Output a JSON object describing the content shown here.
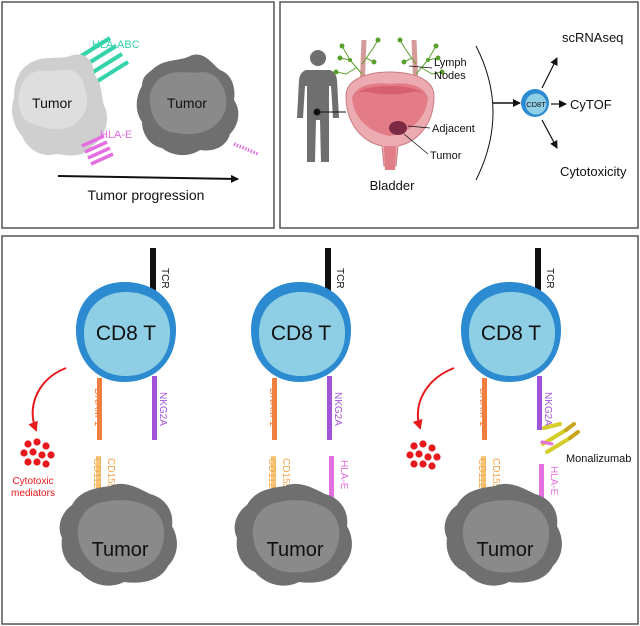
{
  "panel_a": {
    "tumor_label_1": "Tumor",
    "tumor_label_2": "Tumor",
    "hla_abc": "HLA-ABC",
    "hla_e": "HLA-E",
    "progression": "Tumor progression"
  },
  "panel_b": {
    "lymph_nodes_line1": "Lymph",
    "lymph_nodes_line2": "Nodes",
    "adjacent": "Adjacent",
    "tumor": "Tumor",
    "bladder": "Bladder",
    "cd8t_small": "CD8T",
    "outputs": [
      "scRNAseq",
      "CyTOF",
      "Cytotoxicity"
    ]
  },
  "panel_c": {
    "cell_label": "CD8 T",
    "tumor_label": "Tumor",
    "tcr": "TCR",
    "dnam1": "DNAM-1",
    "nkg2a": "NKG2A",
    "cd112": "CD112",
    "cd155": "CD155",
    "hla_e": "HLA-E",
    "monalizumab": "Monalizumab",
    "cytotoxic_line1": "Cytotoxic",
    "cytotoxic_line2": "mediators"
  },
  "colors": {
    "hla_abc": "#35d3a9",
    "hla_e": "#e46fe0",
    "cd8_fill": "#8fcfe5",
    "cd8_edge": "#2b8ad0",
    "tumor_gray": "#7c7c7c",
    "dnam1": "#f07f3f",
    "nkg2a": "#a154d8",
    "cd112": "#f6c77a",
    "monalizumab": "#d6cd2b",
    "cytotoxic": "#e8191d"
  }
}
